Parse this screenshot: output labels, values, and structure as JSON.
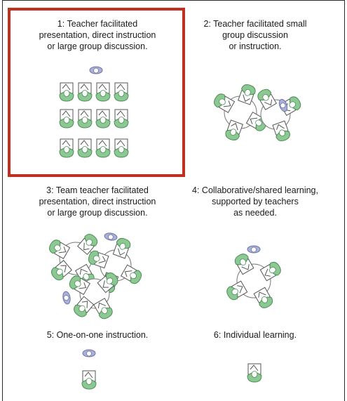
{
  "panels": [
    {
      "id": "p1",
      "lines": [
        "1: Teacher facilitated",
        "presentation, direct instruction",
        "or large group discussion."
      ]
    },
    {
      "id": "p2",
      "lines": [
        "2: Teacher facilitated small",
        "group discussion",
        "or instruction."
      ]
    },
    {
      "id": "p3",
      "lines": [
        "3: Team teacher facilitated",
        "presentation, direct instruction",
        "or large group discussion."
      ]
    },
    {
      "id": "p4",
      "lines": [
        "4: Collaborative/shared learning,",
        "supported by teachers",
        "as needed."
      ]
    },
    {
      "id": "p5",
      "lines": [
        "5: One-on-one instruction."
      ]
    },
    {
      "id": "p6",
      "lines": [
        "6: Individual learning."
      ]
    }
  ],
  "colors": {
    "highlight": "#c0301f",
    "student": "#8cc891",
    "student_stroke": "#4f8f5a",
    "teacher": "#aab0d8",
    "teacher_stroke": "#6d74a8",
    "desk_stroke": "#555555"
  }
}
